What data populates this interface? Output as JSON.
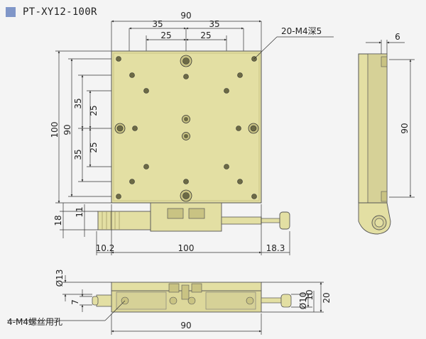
{
  "header": {
    "title": "PT-XY12-100R"
  },
  "colors": {
    "plate": "#e3dfa3",
    "plate_dark": "#c9c383",
    "title_square": "#8096c8",
    "background": "#f4f4f4"
  },
  "top_view": {
    "width_labels": {
      "outer": "90",
      "left_35": "35",
      "right_35": "35",
      "left_25": "25",
      "right_25": "25"
    },
    "height_labels": {
      "outer_100": "100",
      "inner_90": "90",
      "top_35": "35",
      "bottom_35": "35",
      "top_25": "25",
      "bottom_25": "25"
    },
    "callout": "20-M4深5",
    "micrometer_offset": "18",
    "micrometer_dia": "11",
    "bottom_labels": {
      "left": "10.2",
      "center": "100",
      "right": "18.3"
    }
  },
  "side_view": {
    "top_offset": "6",
    "height": "90"
  },
  "front_view": {
    "left_labels": {
      "dia13": "Ø13",
      "seven": "7"
    },
    "right_labels": {
      "dia10": "Ø10",
      "ten": "10",
      "twenty": "20"
    },
    "bottom_width": "90",
    "callout": "4-M4螺丝用孔"
  }
}
